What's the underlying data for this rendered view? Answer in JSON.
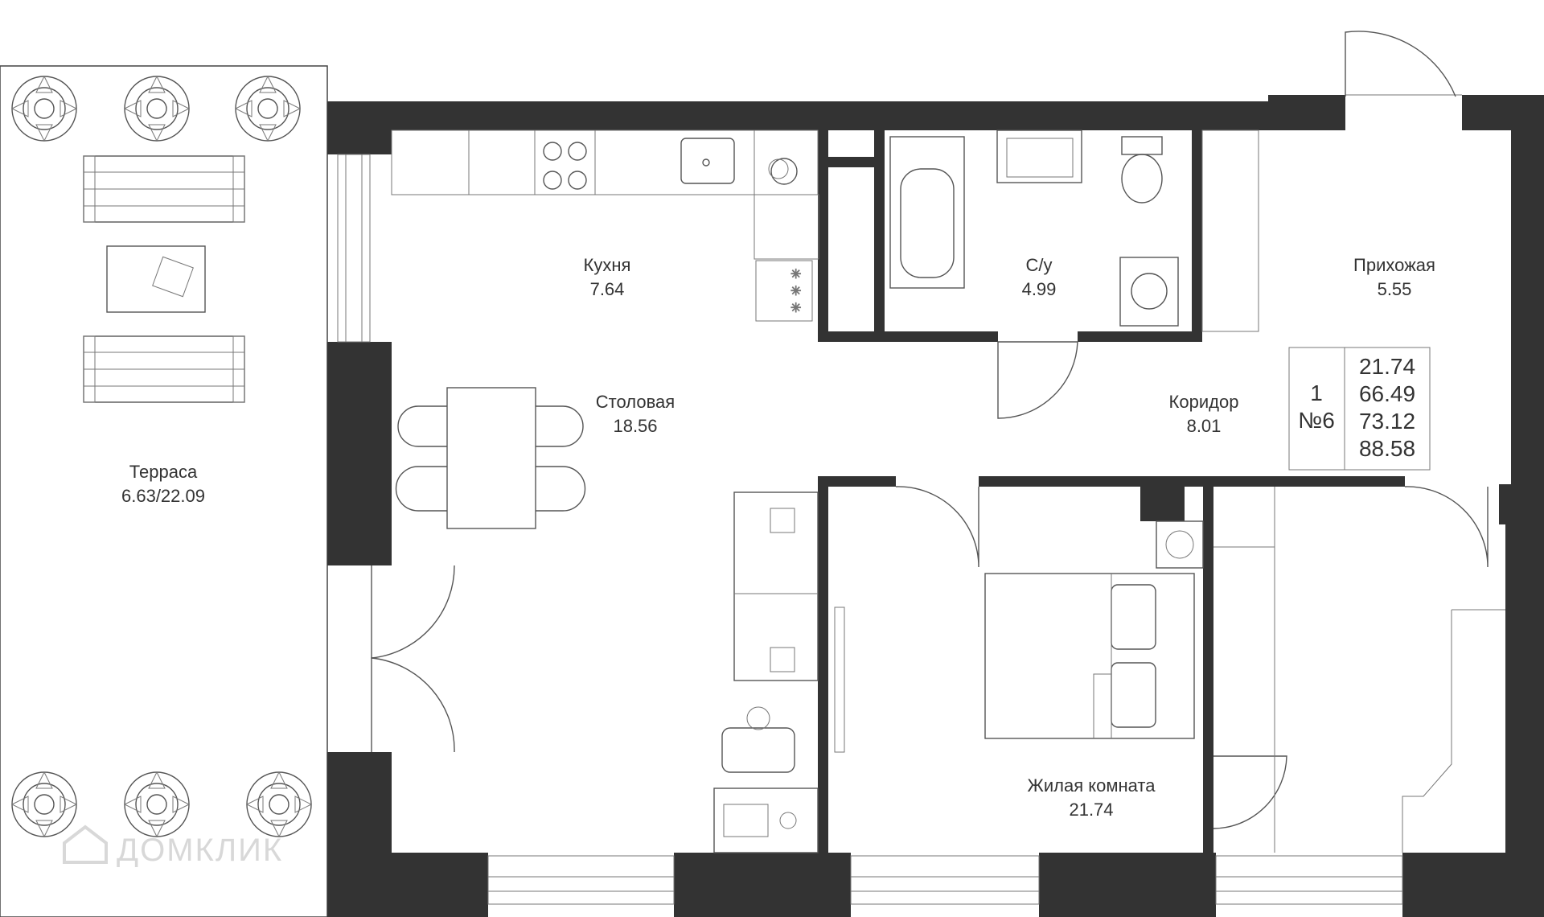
{
  "rooms": {
    "kitchen": {
      "name": "Кухня",
      "area": "7.64"
    },
    "bathroom": {
      "name": "С/у",
      "area": "4.99"
    },
    "hallway": {
      "name": "Прихожая",
      "area": "5.55"
    },
    "dining": {
      "name": "Столовая",
      "area": "18.56"
    },
    "corridor": {
      "name": "Коридор",
      "area": "8.01"
    },
    "terrace": {
      "name": "Терраса",
      "area": "6.63/22.09"
    },
    "living": {
      "name": "Жилая комната",
      "area": "21.74"
    }
  },
  "info": {
    "rooms_count": "1",
    "apartment_number": "№6",
    "living_area": "21.74",
    "total_area": "66.49",
    "area_with_balcony": "73.12",
    "area_with_terrace": "88.58"
  },
  "watermark": {
    "text": "ДОМКЛИК"
  },
  "colors": {
    "wall": "#333333",
    "furniture": "#555555",
    "text": "#333333"
  }
}
